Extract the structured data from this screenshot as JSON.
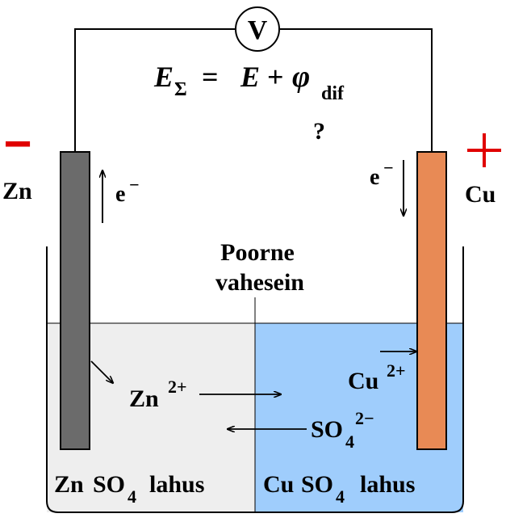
{
  "voltmeter": {
    "symbol": "V"
  },
  "equation": {
    "lhs": "E",
    "lhs_sub": "Σ",
    "equals": "=",
    "rhs_e": "E",
    "plus": "+",
    "phi": "φ",
    "phi_sub": "dif",
    "question": "?"
  },
  "anode": {
    "label": "Zn",
    "sign": "−",
    "electron": "e",
    "electron_sup": "−"
  },
  "cathode": {
    "label": "Cu",
    "sign": "+",
    "electron": "e",
    "electron_sup": "−"
  },
  "separator": {
    "line1": "Poorne",
    "line2": "vahesein"
  },
  "ions": {
    "zn": "Zn",
    "zn_charge": "2+",
    "cu": "Cu",
    "cu_charge": "2+",
    "so4": "SO",
    "so4_sub": "4",
    "so4_charge": "2−"
  },
  "solutions": {
    "left": {
      "prefix": "Zn",
      "formula": "SO",
      "sub": "4",
      "suffix": "lahus"
    },
    "right": {
      "prefix": "Cu",
      "formula": "SO",
      "sub": "4",
      "suffix": "lahus"
    }
  },
  "colors": {
    "left_solution": "#eeeeee",
    "right_solution": "#9fcdfc",
    "zinc_electrode": "#6b6b6b",
    "copper_electrode": "#e88a55",
    "sign_red": "#e00000"
  }
}
